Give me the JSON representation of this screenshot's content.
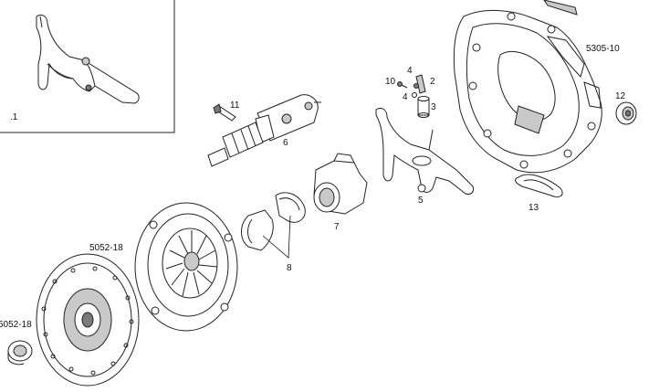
{
  "diagram": {
    "callouts": {
      "inset_ref": ".1",
      "housing": "5305-10",
      "plug": "12",
      "sleeve": "13",
      "pin": "4",
      "bushing_top": "2",
      "bolt_small": "10",
      "washer_small": "4",
      "bushing": "3",
      "circlip": "5",
      "bolt": "11",
      "slave_cylinder": "6",
      "release_bearing": "7",
      "spring_clips": "8",
      "pressure_plate": "5052-18",
      "clutch_disc": "5052-18"
    }
  }
}
